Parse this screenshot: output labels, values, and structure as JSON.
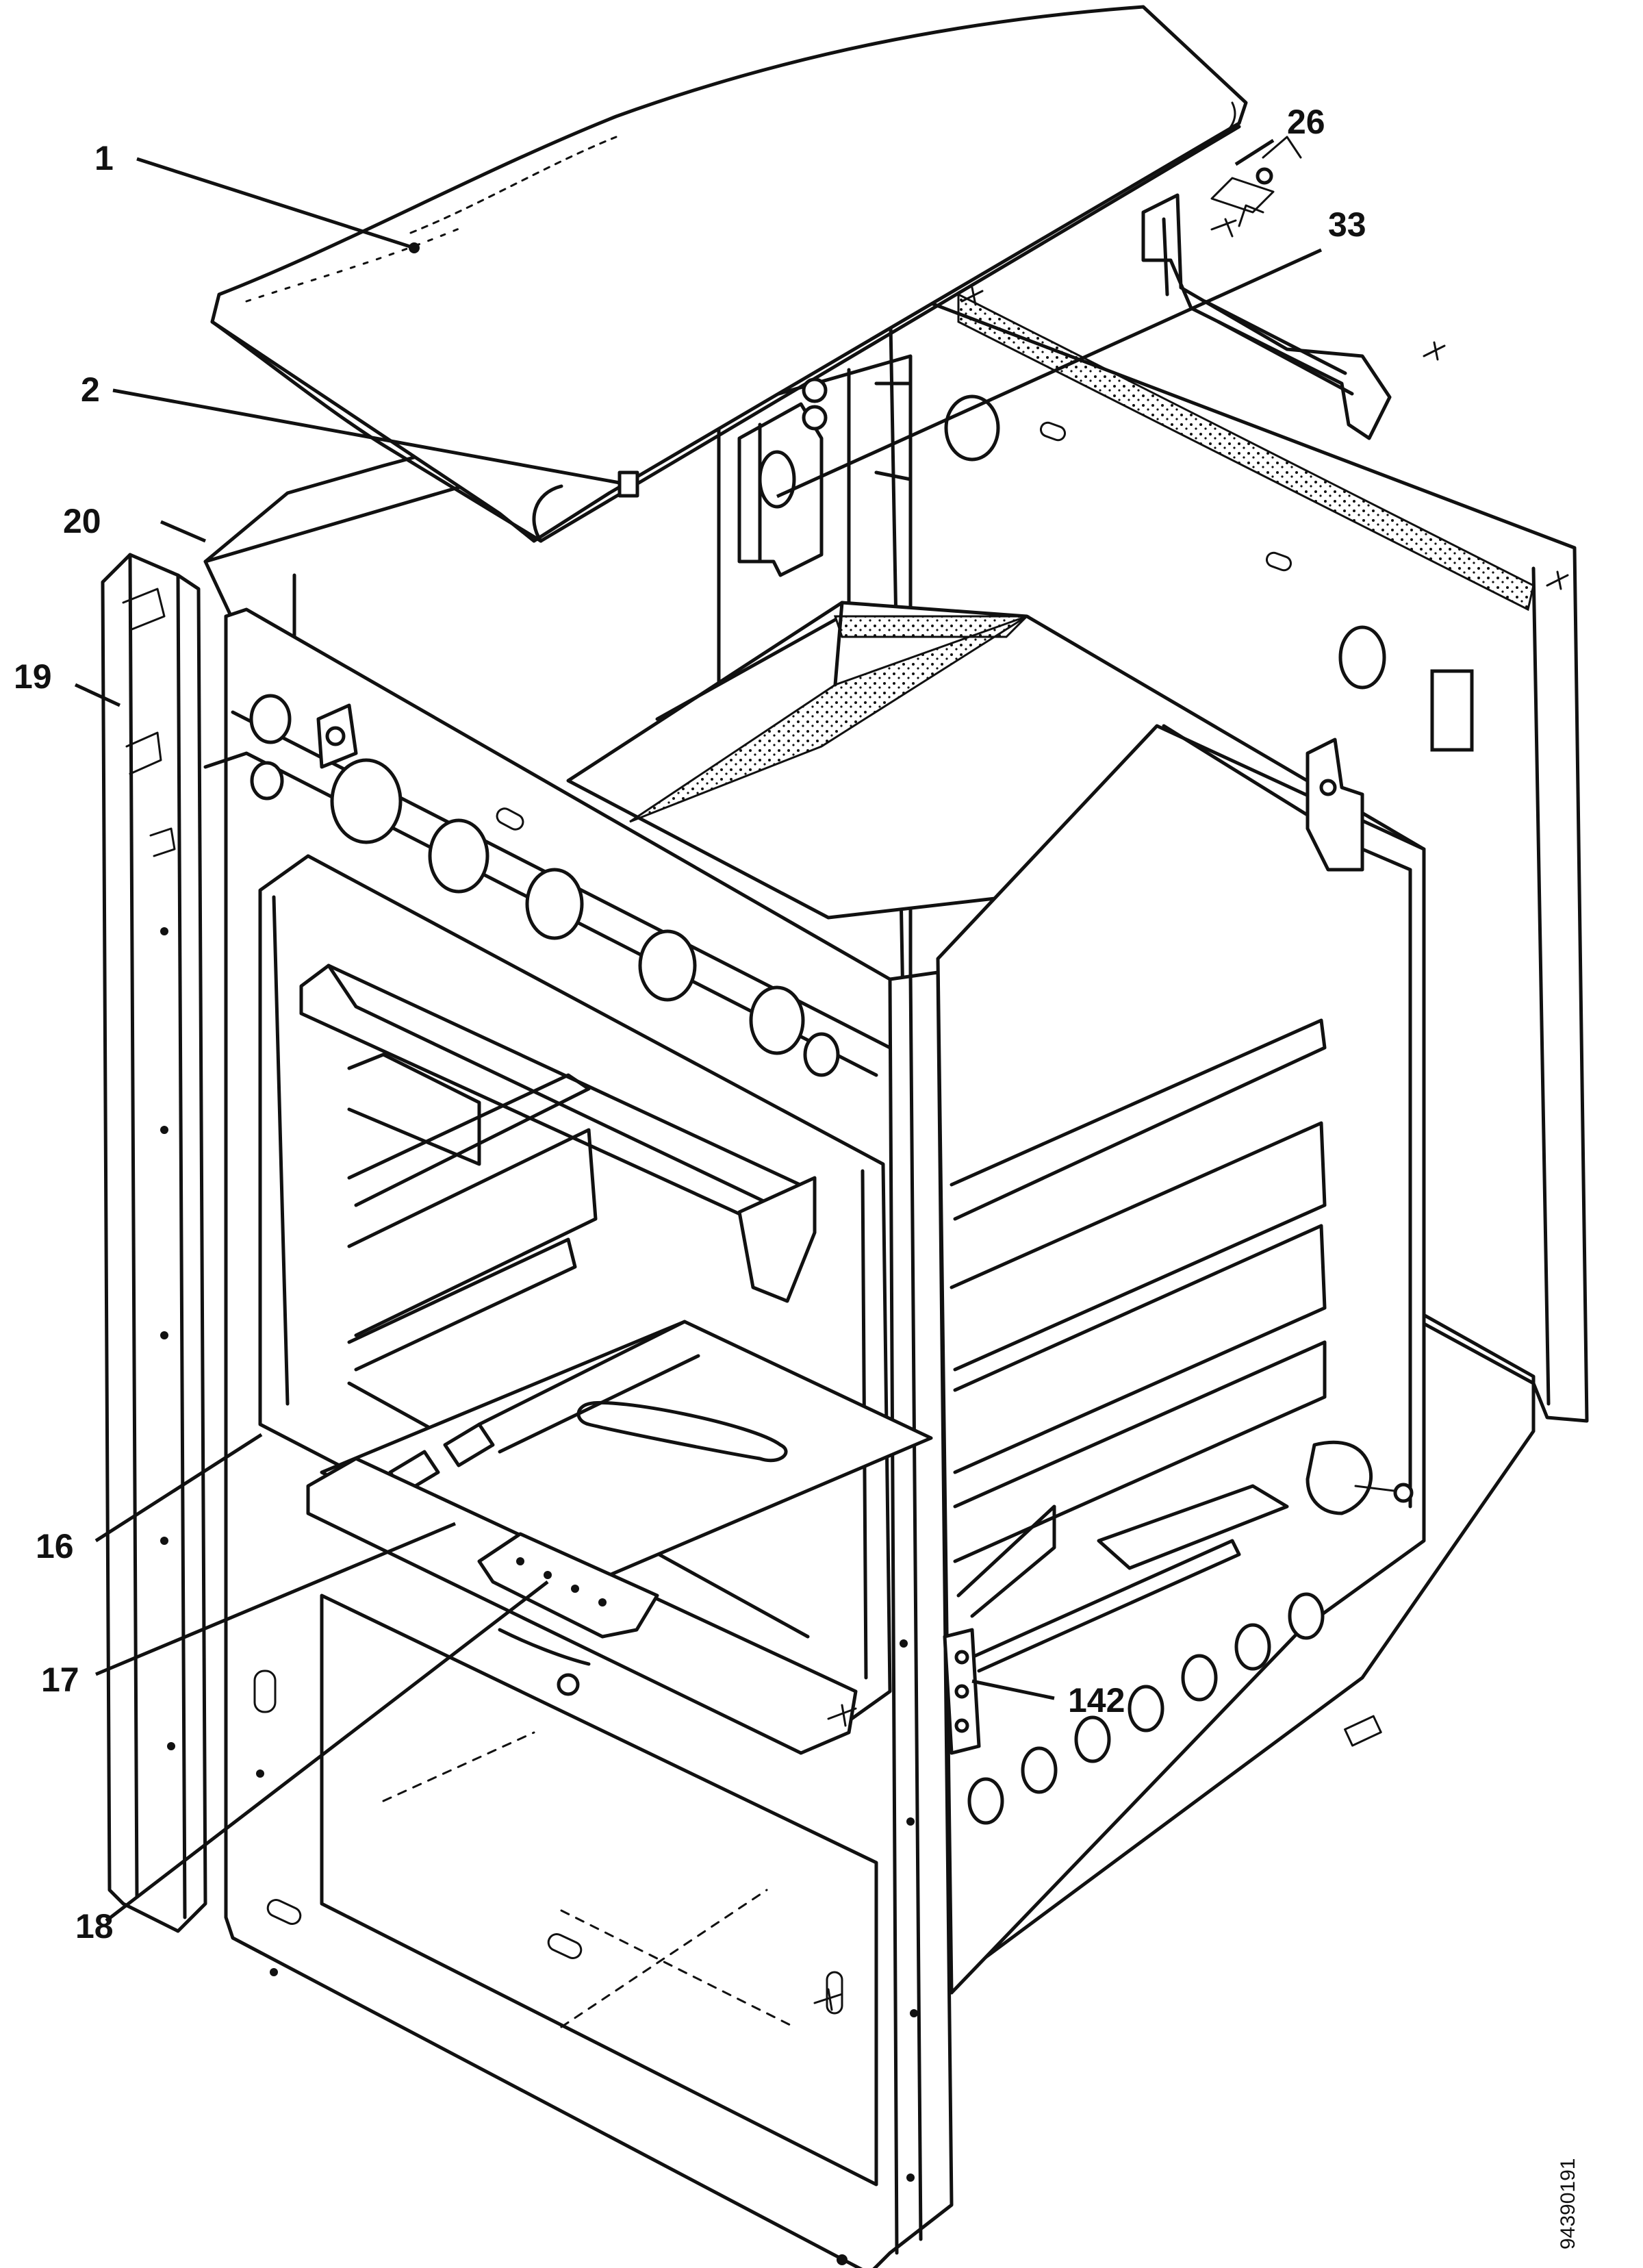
{
  "document_number": "94390191",
  "callouts": [
    {
      "id": "c1",
      "label": "1"
    },
    {
      "id": "c2",
      "label": "2"
    },
    {
      "id": "c20",
      "label": "20"
    },
    {
      "id": "c19",
      "label": "19"
    },
    {
      "id": "c26",
      "label": "26"
    },
    {
      "id": "c33",
      "label": "33"
    },
    {
      "id": "c16",
      "label": "16"
    },
    {
      "id": "c17",
      "label": "17"
    },
    {
      "id": "c18",
      "label": "18"
    },
    {
      "id": "c142",
      "label": "142"
    }
  ]
}
